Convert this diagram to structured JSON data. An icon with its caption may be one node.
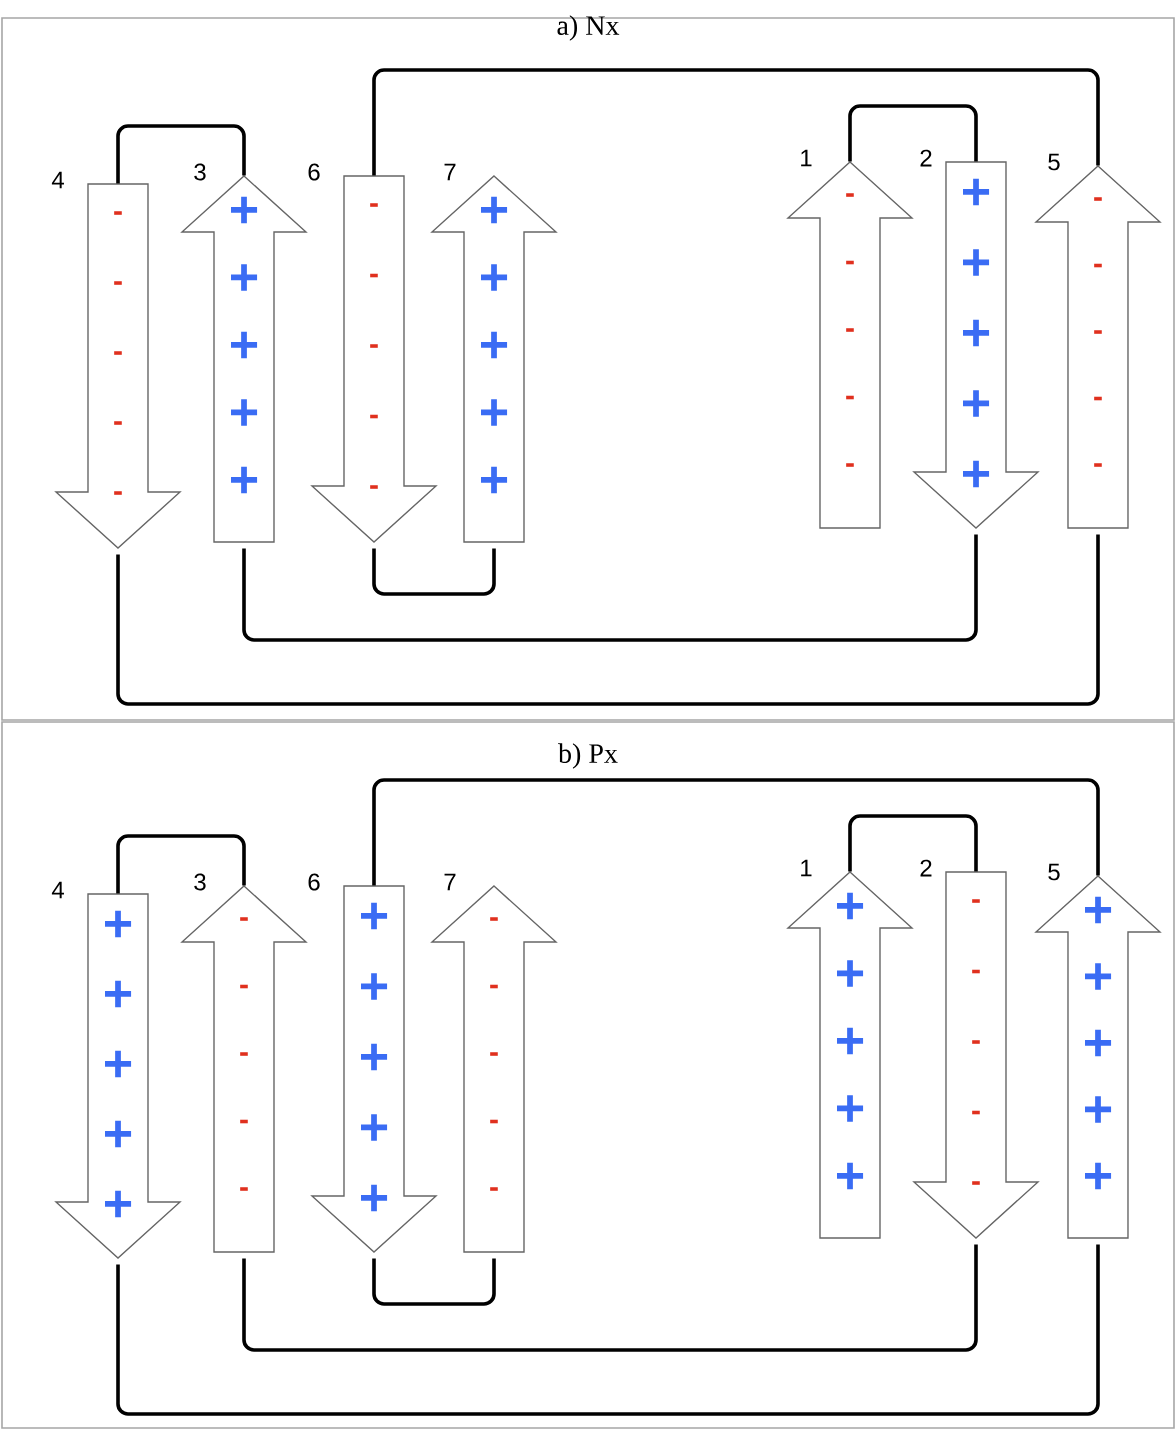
{
  "diagram": {
    "nodes": [
      {
        "text": [
          "a) Nx"
        ]
      },
      {
        "text": [
          "-",
          "-",
          "-",
          "-",
          "-"
        ],
        "beside": [
          "4"
        ],
        "in": 0
      },
      {
        "text": [
          "+",
          "+",
          "+",
          "+",
          "+"
        ],
        "beside": [
          "3"
        ],
        "in": 0
      },
      {
        "text": [
          "-",
          "-",
          "-",
          "-",
          "-"
        ],
        "beside": [
          "6"
        ],
        "in": 0
      },
      {
        "text": [
          "+",
          "+",
          "+",
          "+",
          "+"
        ],
        "beside": [
          "7"
        ],
        "in": 0
      },
      {
        "text": [
          "-",
          "-",
          "-",
          "-",
          "-"
        ],
        "beside": [
          "1"
        ],
        "in": 0
      },
      {
        "text": [
          "+",
          "+",
          "+",
          "+",
          "+"
        ],
        "beside": [
          "2"
        ],
        "in": 0
      },
      {
        "text": [
          "-",
          "-",
          "-",
          "-",
          "-"
        ],
        "beside": [
          "5"
        ],
        "in": 0
      },
      {
        "text": [
          "b) Px"
        ]
      },
      {
        "text": [
          "+",
          "+",
          "+",
          "+",
          "+"
        ],
        "beside": [
          "4"
        ],
        "in": 8
      },
      {
        "text": [
          "-",
          "-",
          "-",
          "-",
          "-"
        ],
        "beside": [
          "3"
        ],
        "in": 8
      },
      {
        "text": [
          "+",
          "+",
          "+",
          "+",
          "+"
        ],
        "beside": [
          "6"
        ],
        "in": 8
      },
      {
        "text": [
          "-",
          "-",
          "-",
          "-",
          "-"
        ],
        "beside": [
          "7"
        ],
        "in": 8
      },
      {
        "text": [
          "+",
          "+",
          "+",
          "+",
          "+"
        ],
        "beside": [
          "1"
        ],
        "in": 8
      },
      {
        "text": [
          "-",
          "-",
          "-",
          "-",
          "-"
        ],
        "beside": [
          "2"
        ],
        "in": 8
      },
      {
        "text": [
          "+",
          "+",
          "+",
          "+",
          "+"
        ],
        "beside": [
          "5"
        ],
        "in": 8
      }
    ],
    "edges": [
      {
        "from": 1,
        "to": 2,
        "arrow": "none"
      },
      {
        "from": 3,
        "to": 7,
        "arrow": "none"
      },
      {
        "from": 5,
        "to": 6,
        "arrow": "none"
      },
      {
        "from": 3,
        "to": 4,
        "arrow": "none"
      },
      {
        "from": 2,
        "to": 6,
        "arrow": "none"
      },
      {
        "from": 1,
        "to": 7,
        "arrow": "none"
      },
      {
        "from": 9,
        "to": 10,
        "arrow": "none"
      },
      {
        "from": 11,
        "to": 15,
        "arrow": "none"
      },
      {
        "from": 13,
        "to": 14,
        "arrow": "none"
      },
      {
        "from": 11,
        "to": 12,
        "arrow": "none"
      },
      {
        "from": 10,
        "to": 14,
        "arrow": "none"
      },
      {
        "from": 9,
        "to": 15,
        "arrow": "none"
      }
    ]
  }
}
